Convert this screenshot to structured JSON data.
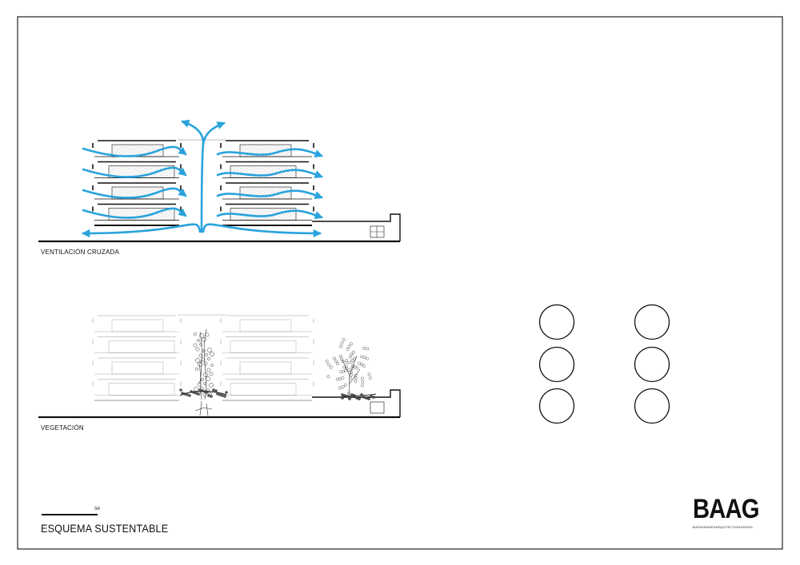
{
  "sections": {
    "ventilation_label": "VENTILACIÓN CRUZADA",
    "vegetation_label": "VEGETACIÓN"
  },
  "title_block": {
    "tag": "SR",
    "title": "ESQUEMA SUSTENTABLE"
  },
  "logo": {
    "name": "BAAG",
    "subtitle": "BUENOSAIRESARQUITECTURAGRUPAL"
  },
  "colors": {
    "airflow_arrow": "#2aa3dd",
    "line": "#111111",
    "glazing_hatch": "#9a9a9a"
  },
  "icons": [
    "airflow-arrow-icon",
    "tree-icon",
    "climbing-plant-icon",
    "empty-circle-symbol"
  ]
}
